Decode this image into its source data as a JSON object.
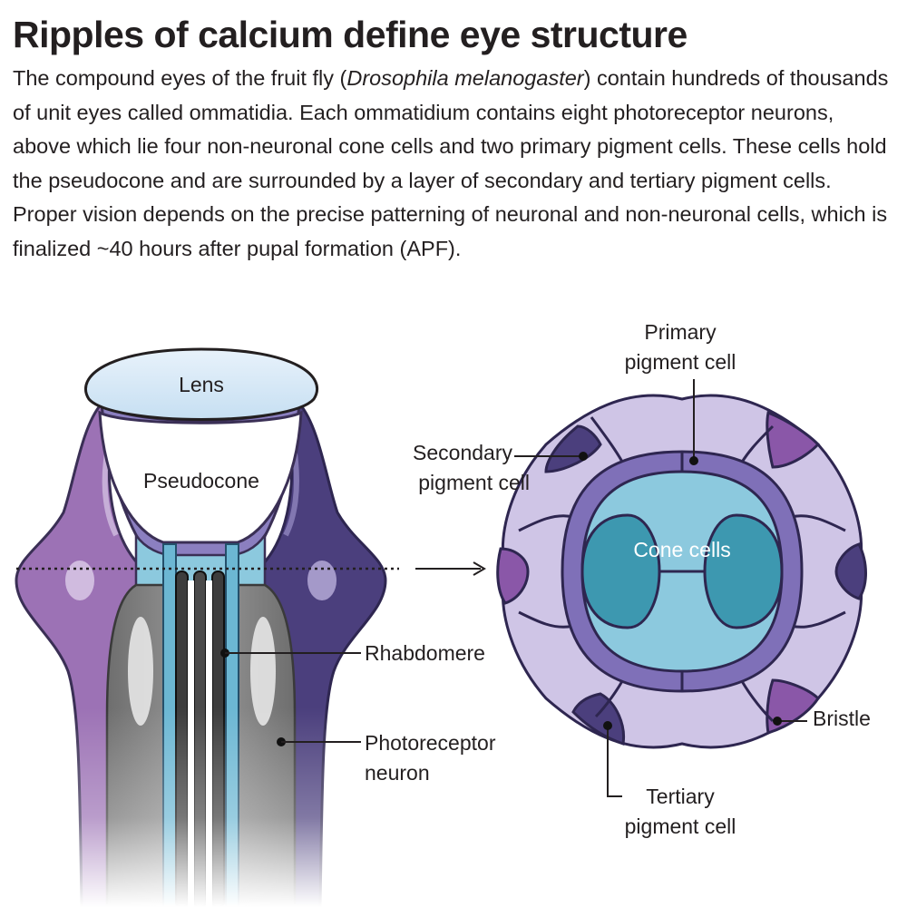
{
  "header": {
    "title": "Ripples of calcium define eye structure",
    "intro_before": "The compound eyes of the fruit fly (",
    "intro_species": "Drosophila melanogaster",
    "intro_after": ") contain hundreds of thousands of unit eyes called ommatidia. Each ommatidium contains eight photoreceptor neurons, above which lie four non-neuronal cone cells and two primary pigment cells. These cells hold the pseudocone and are surrounded by a layer of secondary and tertiary pigment cells. Proper vision depends on the precise patterning of neuronal and non-neuronal cells, which is finalized ~40 hours after pupal formation (APF)."
  },
  "side_view": {
    "lens": "Lens",
    "pseudocone": "Pseudocone",
    "rhabdomere": "Rhabdomere",
    "photoreceptor_line1": "Photoreceptor",
    "photoreceptor_line2": "neuron"
  },
  "cross_section": {
    "primary_line1": "Primary",
    "primary_line2": "pigment cell",
    "secondary_line1": "Secondary",
    "secondary_line2": "pigment cell",
    "cone_cells": "Cone cells",
    "bristle": "Bristle",
    "tertiary_line1": "Tertiary",
    "tertiary_line2": "pigment cell"
  },
  "colors": {
    "purple_light": "#9c72b5",
    "purple_dark": "#4b3f7d",
    "pigment_pale": "#cfc5e6",
    "cone_light": "#8cc9de",
    "cone_dark": "#3d98b0",
    "bristle": "#8a57a8"
  }
}
